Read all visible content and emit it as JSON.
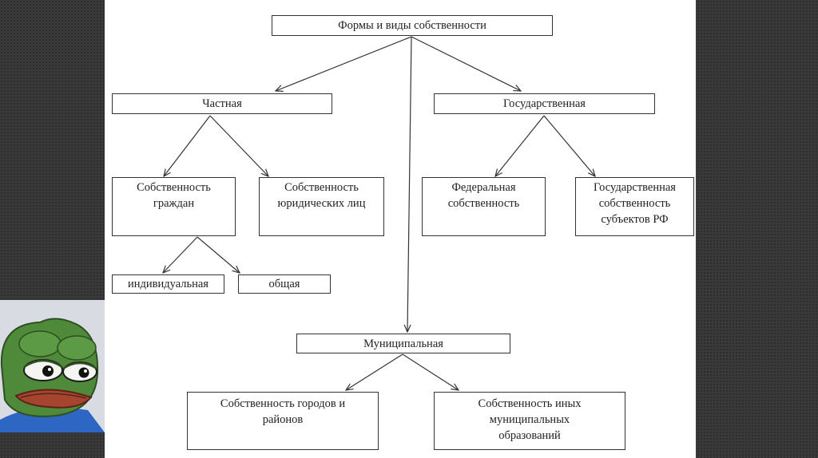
{
  "diagram": {
    "root": "Формы и виды собственности",
    "private": {
      "label": "Частная",
      "citizens": "Собственность\nграждан",
      "legal": "Собственность\nюридических лиц",
      "individual": "индивидуальная",
      "common": "общая"
    },
    "state": {
      "label": "Государственная",
      "federal": "Федеральная\nсобственность",
      "subjects": "Государственная\nсобственность\nсубъектов РФ"
    },
    "municipal": {
      "label": "Муниципальная",
      "cities": "Собственность городов и\nрайонов",
      "other": "Собственность иных\nмуниципальных\nобразований"
    }
  },
  "colors": {
    "line": "#333333",
    "background": "#3a3a3a",
    "slide": "#ffffff"
  },
  "decoration": {
    "icon": "sad-frog-icon"
  }
}
